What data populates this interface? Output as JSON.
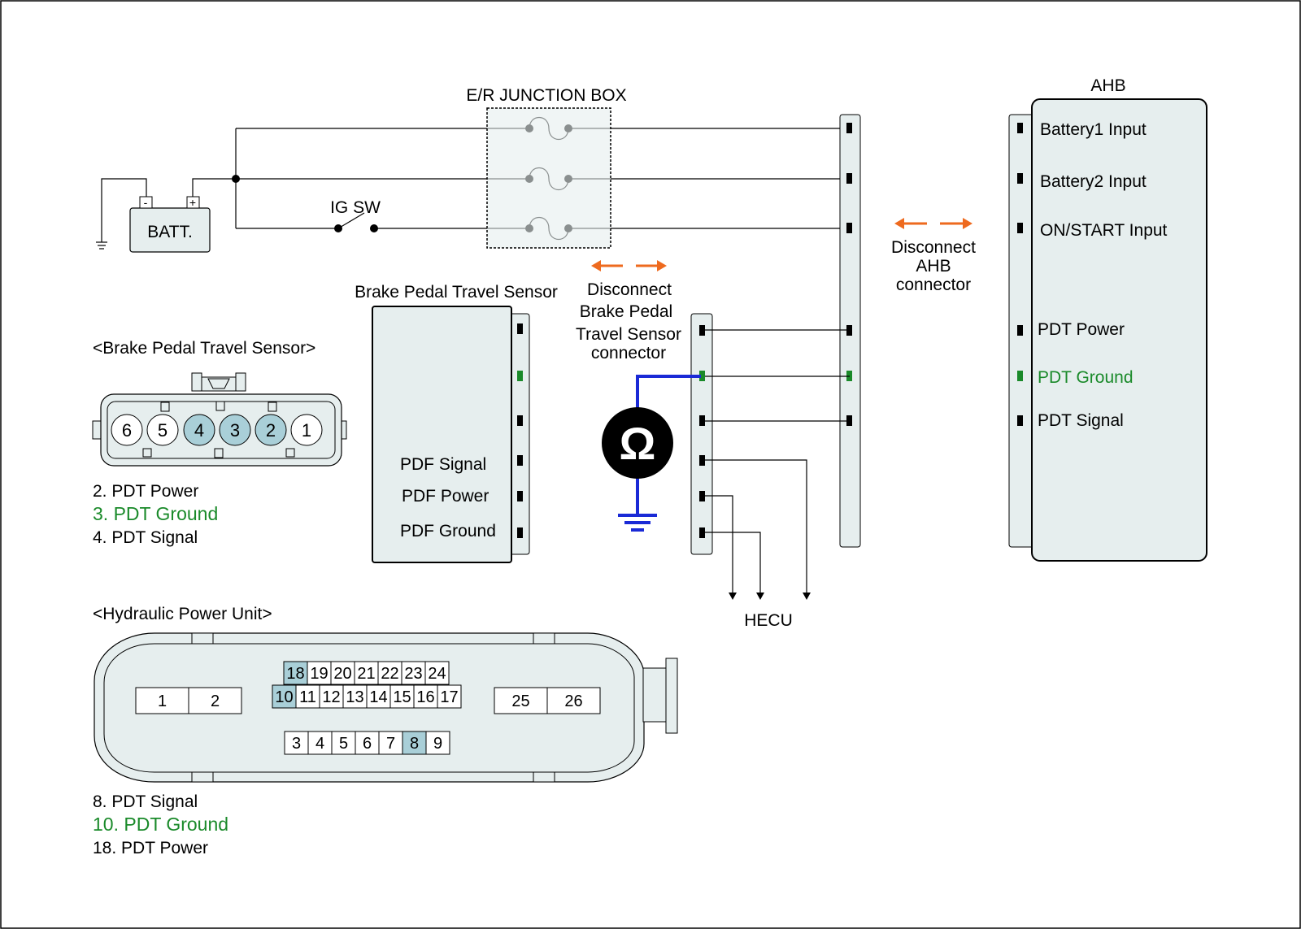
{
  "colors": {
    "panel_fill": "#e6eeee",
    "connector_highlight": "#a9cfd8",
    "ground_green": "#1a8a2a",
    "meter_wire_blue": "#1a2ad6",
    "arrow_orange": "#ee6a1e",
    "line": "#000000"
  },
  "junction_box": {
    "title": "E/R JUNCTION BOX"
  },
  "battery": {
    "label": "BATT.",
    "minus": "-",
    "plus": "+"
  },
  "ig_switch": {
    "label": "IG SW"
  },
  "ahb": {
    "title": "AHB",
    "pins": [
      "Battery1 Input",
      "Battery2 Input",
      "ON/START Input",
      "PDT Power",
      "PDT Ground",
      "PDT Signal"
    ]
  },
  "disconnect_ahb": {
    "line1": "Disconnect",
    "line2": "AHB",
    "line3": "connector"
  },
  "disconnect_bpts": {
    "line1": "Disconnect",
    "line2": "Brake Pedal",
    "line3": "Travel Sensor",
    "line4": "connector"
  },
  "bpts_box": {
    "title": "Brake Pedal Travel Sensor",
    "pins": [
      "PDF Signal",
      "PDF Power",
      "PDF Ground"
    ]
  },
  "meter": {
    "icon": "ohm-symbol",
    "symbol": "Ω"
  },
  "hecu": {
    "label": "HECU"
  },
  "bpts_connector": {
    "title": "<Brake Pedal Travel Sensor>",
    "pins": [
      "6",
      "5",
      "4",
      "3",
      "2",
      "1"
    ],
    "highlighted": [
      "4",
      "3",
      "2"
    ],
    "legend": [
      {
        "text": "2. PDT Power",
        "color": "#000000"
      },
      {
        "text": "3. PDT Ground",
        "color": "#1a8a2a"
      },
      {
        "text": "4. PDT Signal",
        "color": "#000000"
      }
    ]
  },
  "hpu_connector": {
    "title": "<Hydraulic Power Unit>",
    "left_pins": [
      "1",
      "2"
    ],
    "row_top": [
      "18",
      "19",
      "20",
      "21",
      "22",
      "23",
      "24"
    ],
    "row_mid": [
      "10",
      "11",
      "12",
      "13",
      "14",
      "15",
      "16",
      "17"
    ],
    "row_bottom": [
      "3",
      "4",
      "5",
      "6",
      "7",
      "8",
      "9"
    ],
    "right_pins": [
      "25",
      "26"
    ],
    "highlighted": [
      "18",
      "10",
      "8"
    ],
    "legend": [
      {
        "text": "8. PDT Signal",
        "color": "#000000"
      },
      {
        "text": "10. PDT Ground",
        "color": "#1a8a2a"
      },
      {
        "text": "18. PDT Power",
        "color": "#000000"
      }
    ]
  }
}
